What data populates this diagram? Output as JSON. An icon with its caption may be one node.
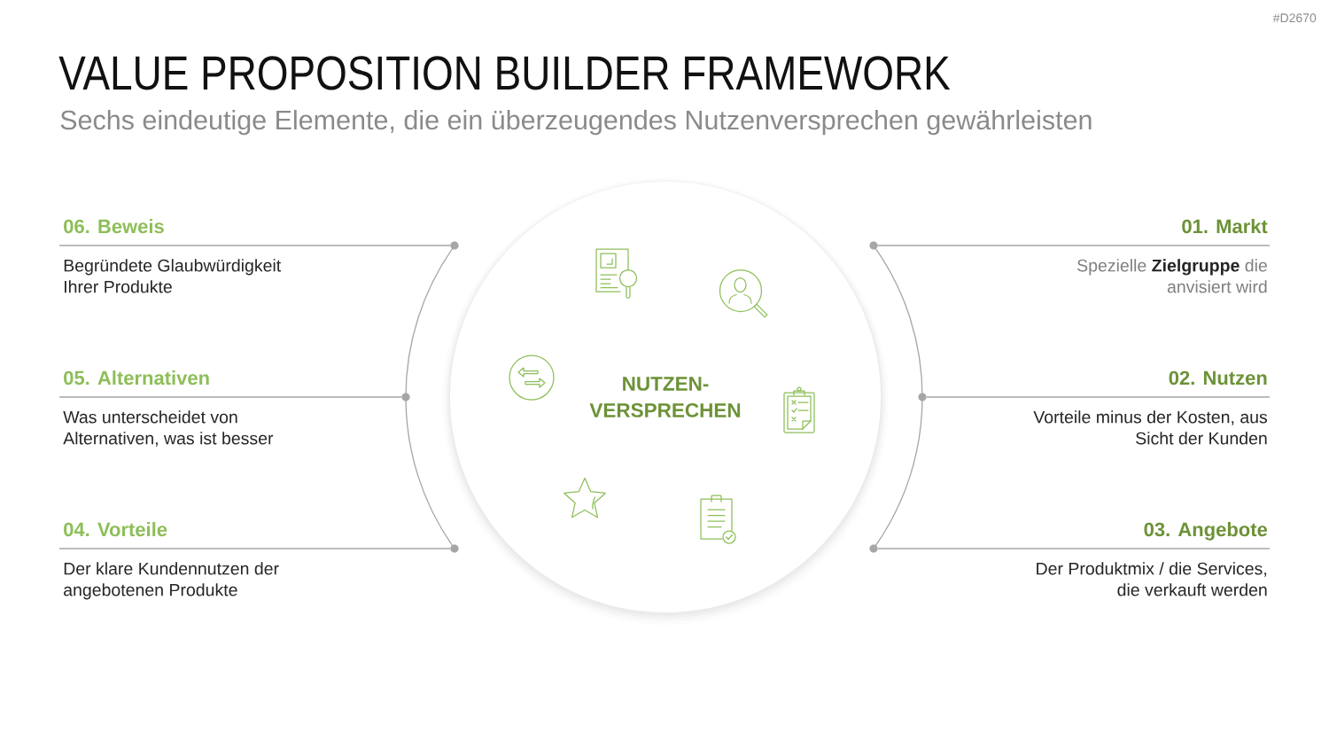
{
  "diagram": {
    "title": "VALUE PROPOSITION BUILDER FRAMEWORK",
    "nodes": [
      {
        "text": [
          "06. Beweis",
          "Begründete Glaubwürdigkeit Ihrer Produkte"
        ]
      },
      {
        "text": [
          "01. Markt",
          "Spezielle **Zielgruppe** die anvisiert wird"
        ]
      },
      {
        "text": [
          "05. Alternativen",
          "Was unterscheidet von Alternativen, was ist besser"
        ]
      },
      {
        "text": [
          "NUTZEN- VERSPRECHEN"
        ]
      },
      {
        "text": [
          "02. Nutzen",
          "Vorteile minus der Kosten, aus Sicht der Kunden"
        ]
      },
      {
        "text": [
          "04. Vorteile",
          "Der klare Kundennutzen der angebotenen Produkte"
        ]
      },
      {
        "text": [
          "03. Angebote",
          "Der Produktmix / die Services, die verkauft werden"
        ]
      }
    ],
    "labels": [
      "#D2670",
      "Sechs eindeutige Elemente, die ein überzeugendes Nutzenversprechen gewährleisten"
    ]
  }
}
